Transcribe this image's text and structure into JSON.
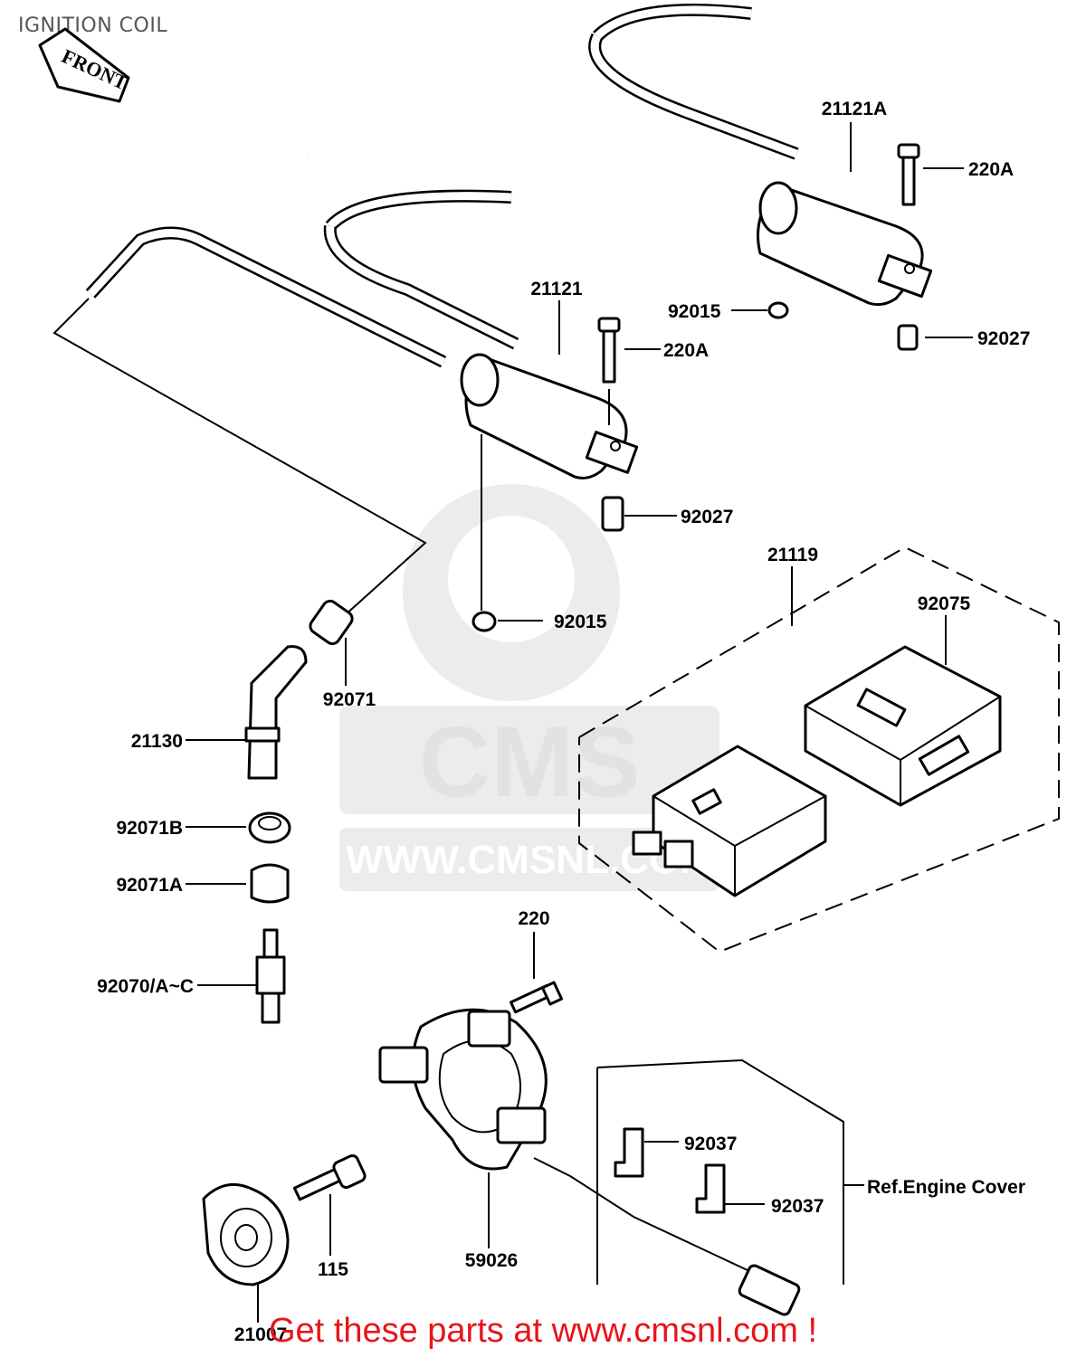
{
  "title": "IGNITION COIL",
  "front_label": "FRONT",
  "watermark": {
    "brand": "CMS",
    "url": "WWW.CMSNL.COM"
  },
  "footer": "Get these parts at www.cmsnl.com !",
  "colors": {
    "footer": "#e8141b",
    "lines": "#000000",
    "watermark": "#e2e2e2"
  },
  "callouts": {
    "c21121A": "21121A",
    "c220A_top": "220A",
    "c92015_top": "92015",
    "c92027_top": "92027",
    "c21121": "21121",
    "c220A_mid": "220A",
    "c92027_mid": "92027",
    "c92015_mid": "92015",
    "c21119": "21119",
    "c92075": "92075",
    "c92071": "92071",
    "c21130": "21130",
    "c92071B": "92071B",
    "c92071A": "92071A",
    "c92070": "92070/A~C",
    "c220": "220",
    "c92037_a": "92037",
    "c92037_b": "92037",
    "ref_engine_cover": "Ref.Engine Cover",
    "c115": "115",
    "c59026": "59026",
    "c21007": "21007"
  }
}
